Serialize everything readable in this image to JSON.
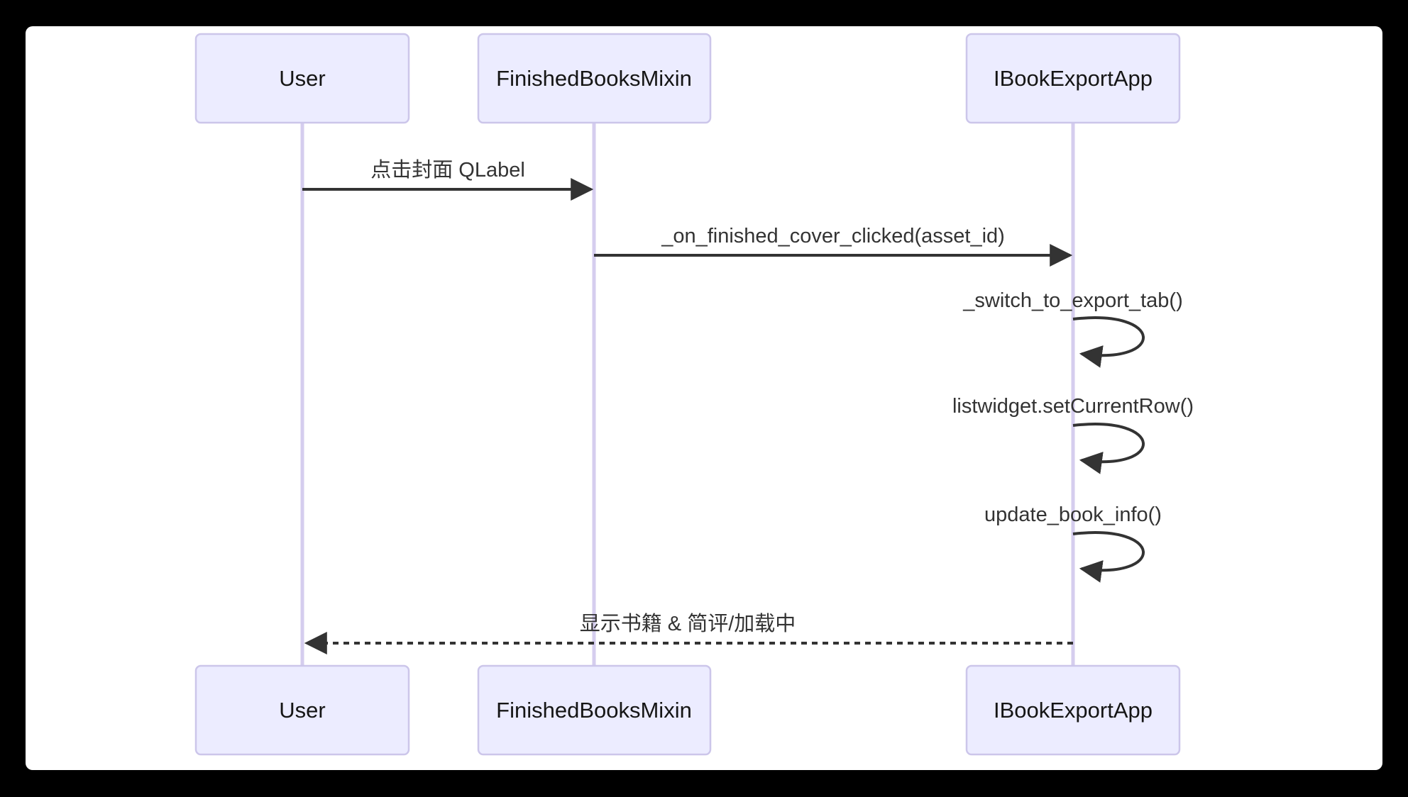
{
  "colors": {
    "page_background": "#000000",
    "canvas_background": "#ffffff",
    "actor_fill": "#ECECFF",
    "actor_border": "#CCC6EA",
    "lifeline": "#D5CDEE",
    "arrow": "#333333",
    "message_text": "#333333",
    "actor_text": "#151515"
  },
  "diagram": {
    "type": "sequence-diagram",
    "actors": [
      {
        "name": "User"
      },
      {
        "name": "FinishedBooksMixin"
      },
      {
        "name": "IBookExportApp"
      }
    ],
    "messages": [
      {
        "from": "User",
        "to": "FinishedBooksMixin",
        "line": "solid",
        "label": "点击封面 QLabel"
      },
      {
        "from": "FinishedBooksMixin",
        "to": "IBookExportApp",
        "line": "solid",
        "label": "_on_finished_cover_clicked(asset_id)"
      },
      {
        "from": "IBookExportApp",
        "to": "IBookExportApp",
        "line": "self",
        "label": "_switch_to_export_tab()"
      },
      {
        "from": "IBookExportApp",
        "to": "IBookExportApp",
        "line": "self",
        "label": "listwidget.setCurrentRow()"
      },
      {
        "from": "IBookExportApp",
        "to": "IBookExportApp",
        "line": "self",
        "label": "update_book_info()"
      },
      {
        "from": "IBookExportApp",
        "to": "User",
        "line": "dashed",
        "label": "显示书籍 & 简评/加载中"
      }
    ]
  }
}
